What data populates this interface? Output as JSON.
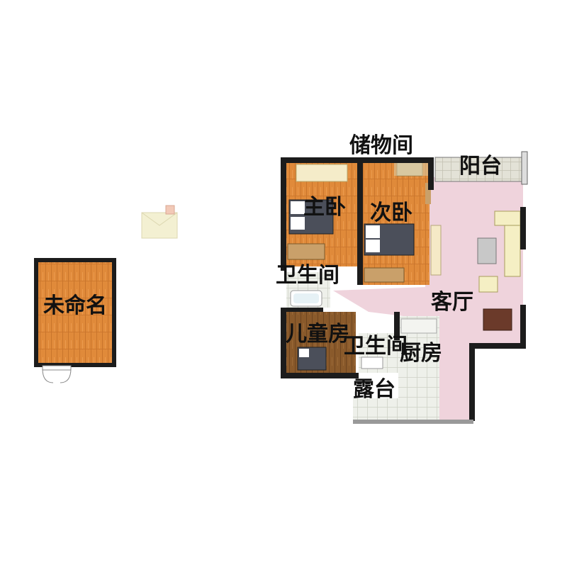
{
  "plan": {
    "rooms": {
      "unnamed": {
        "label": "未命名"
      },
      "storage": {
        "label": "储物间"
      },
      "balcony": {
        "label": "阳台"
      },
      "master_bedroom": {
        "label": "主卧"
      },
      "second_bedroom": {
        "label": "次卧"
      },
      "bathroom_1": {
        "label": "卫生间"
      },
      "living_room": {
        "label": "客厅"
      },
      "kids_room": {
        "label": "儿童房"
      },
      "bathroom_2": {
        "label": "卫生间"
      },
      "kitchen": {
        "label": "厨房"
      },
      "terrace": {
        "label": "露台"
      }
    },
    "colors": {
      "wood_floor": "#e08a3a",
      "wood_dark": "#8a5a2b",
      "living_floor": "#efd3dc",
      "tile_floor": "#e8ece4",
      "walls": "#1c1c1c",
      "small_room": "#f3f0d2"
    }
  }
}
